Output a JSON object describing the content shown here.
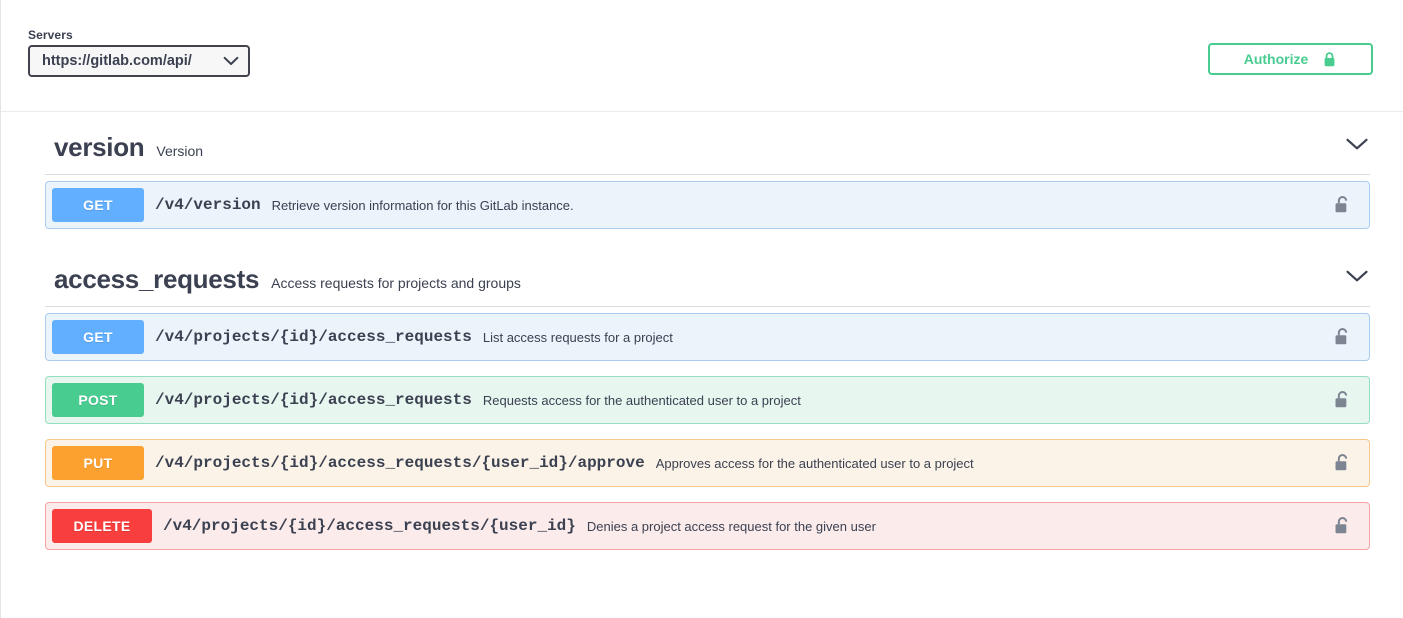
{
  "servers": {
    "label": "Servers",
    "selected": "https://gitlab.com/api/",
    "caret_icon": "chevron-down-icon",
    "options": [
      "https://gitlab.com/api/"
    ]
  },
  "authorize": {
    "label": "Authorize",
    "lock_icon": "lock-closed-icon",
    "accent_color": "#49cc90"
  },
  "sections": [
    {
      "name": "version",
      "description": "Version",
      "chevron_icon": "chevron-down-icon",
      "operations": [
        {
          "method": "GET",
          "method_class": "op-get",
          "path": "/v4/version",
          "summary": "Retrieve version information for this GitLab instance.",
          "lock_icon": "lock-open-icon",
          "badge_color": "#61affe",
          "row_background": "#ebf3fb"
        }
      ]
    },
    {
      "name": "access_requests",
      "description": "Access requests for projects and groups",
      "chevron_icon": "chevron-down-icon",
      "operations": [
        {
          "method": "GET",
          "method_class": "op-get",
          "path": "/v4/projects/{id}/access_requests",
          "summary": "List access requests for a project",
          "lock_icon": "lock-open-icon",
          "badge_color": "#61affe",
          "row_background": "#ebf3fb"
        },
        {
          "method": "POST",
          "method_class": "op-post",
          "path": "/v4/projects/{id}/access_requests",
          "summary": "Requests access for the authenticated user to a project",
          "lock_icon": "lock-open-icon",
          "badge_color": "#49cc90",
          "row_background": "#e8f6f0"
        },
        {
          "method": "PUT",
          "method_class": "op-put",
          "path": "/v4/projects/{id}/access_requests/{user_id}/approve",
          "summary": "Approves access for the authenticated user to a project",
          "lock_icon": "lock-open-icon",
          "badge_color": "#fca130",
          "row_background": "#fbf3e8"
        },
        {
          "method": "DELETE",
          "method_class": "op-delete",
          "path": "/v4/projects/{id}/access_requests/{user_id}",
          "summary": "Denies a project access request for the given user",
          "lock_icon": "lock-open-icon",
          "badge_color": "#f93e3e",
          "row_background": "#fbebeb"
        }
      ]
    }
  ]
}
